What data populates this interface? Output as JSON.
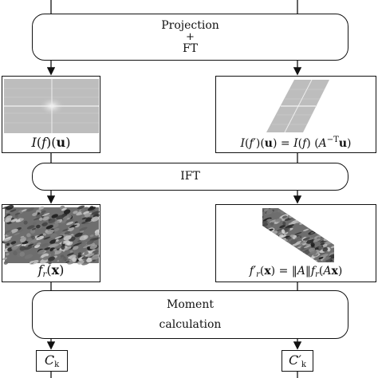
{
  "steps": {
    "projection": {
      "line1": "Projection",
      "plus": "+",
      "line2": "FT"
    },
    "ift": {
      "label": "IFT"
    },
    "moment": {
      "line1": "Moment",
      "line2": "calculation"
    }
  },
  "labels": {
    "left_ft": {
      "func": "I",
      "paren_l": "(",
      "f": "f",
      "paren_r": ")",
      "arg": "u"
    },
    "right_ft": {
      "lhs_func": "I",
      "lhs_f": "f′",
      "arg": "u",
      "eq": "=",
      "rhs_func": "I",
      "rhs_f": "f",
      "matrix": "A",
      "power": "−T"
    },
    "left_space": {
      "f": "f",
      "sub": "r",
      "arg": "x"
    },
    "right_space": {
      "f": "f′",
      "sub": "r",
      "arg": "x",
      "eq": "=",
      "norm": "‖A‖",
      "f2": "f",
      "sub2": "r",
      "matrix": "A"
    },
    "left_moment": {
      "C": "C",
      "sub": "k"
    },
    "right_moment": {
      "C": "C′",
      "sub": "k"
    }
  },
  "colors": {
    "line": "#111111",
    "spectrum": "#bdbdbd",
    "spectrum_line": "#f2f2f2"
  }
}
